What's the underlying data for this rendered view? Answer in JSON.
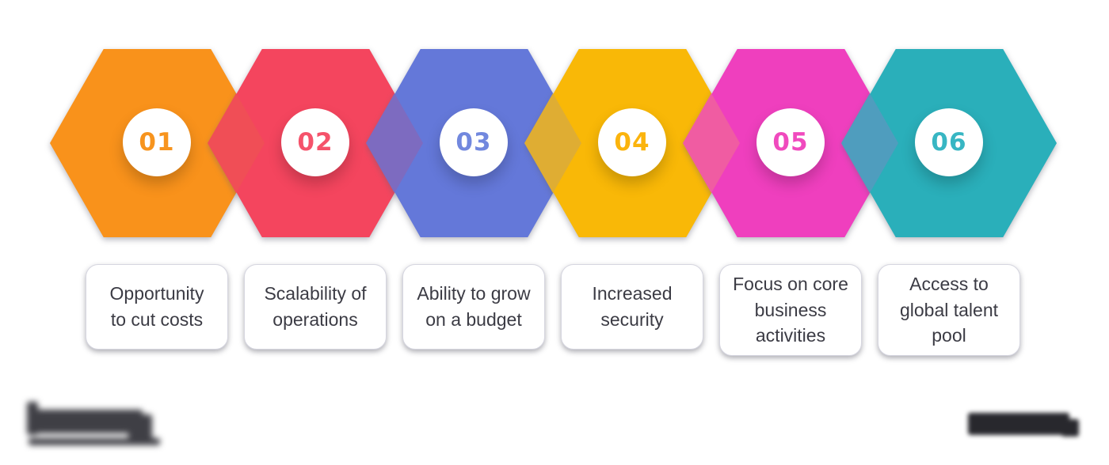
{
  "background_color": "#ffffff",
  "circle_color": "#ffffff",
  "steps": [
    {
      "number": "01",
      "hex_color": "#F9921B",
      "number_color": "#F7941E",
      "label": "Opportunity\nto cut costs"
    },
    {
      "number": "02",
      "hex_color": "#F4455E",
      "number_color": "#F5536B",
      "label": "Scalability of\noperations"
    },
    {
      "number": "03",
      "hex_color": "#6478D9",
      "number_color": "#7288DE",
      "label": "Ability to grow\non a budget"
    },
    {
      "number": "04",
      "hex_color": "#F9B807",
      "number_color": "#FBB40D",
      "label": "Increased\nsecurity"
    },
    {
      "number": "05",
      "hex_color": "#EF3FBE",
      "number_color": "#F04ABE",
      "label": "Focus on core\nbusiness\nactivities"
    },
    {
      "number": "06",
      "hex_color": "#2AAFBA",
      "number_color": "#38B6C3",
      "label": "Access to\nglobal talent\npool"
    }
  ],
  "overlap_colors": [
    "#F04E56",
    "#7D6BC0",
    "#DFAD33",
    "#F05CA2",
    "#4F9DBE"
  ]
}
